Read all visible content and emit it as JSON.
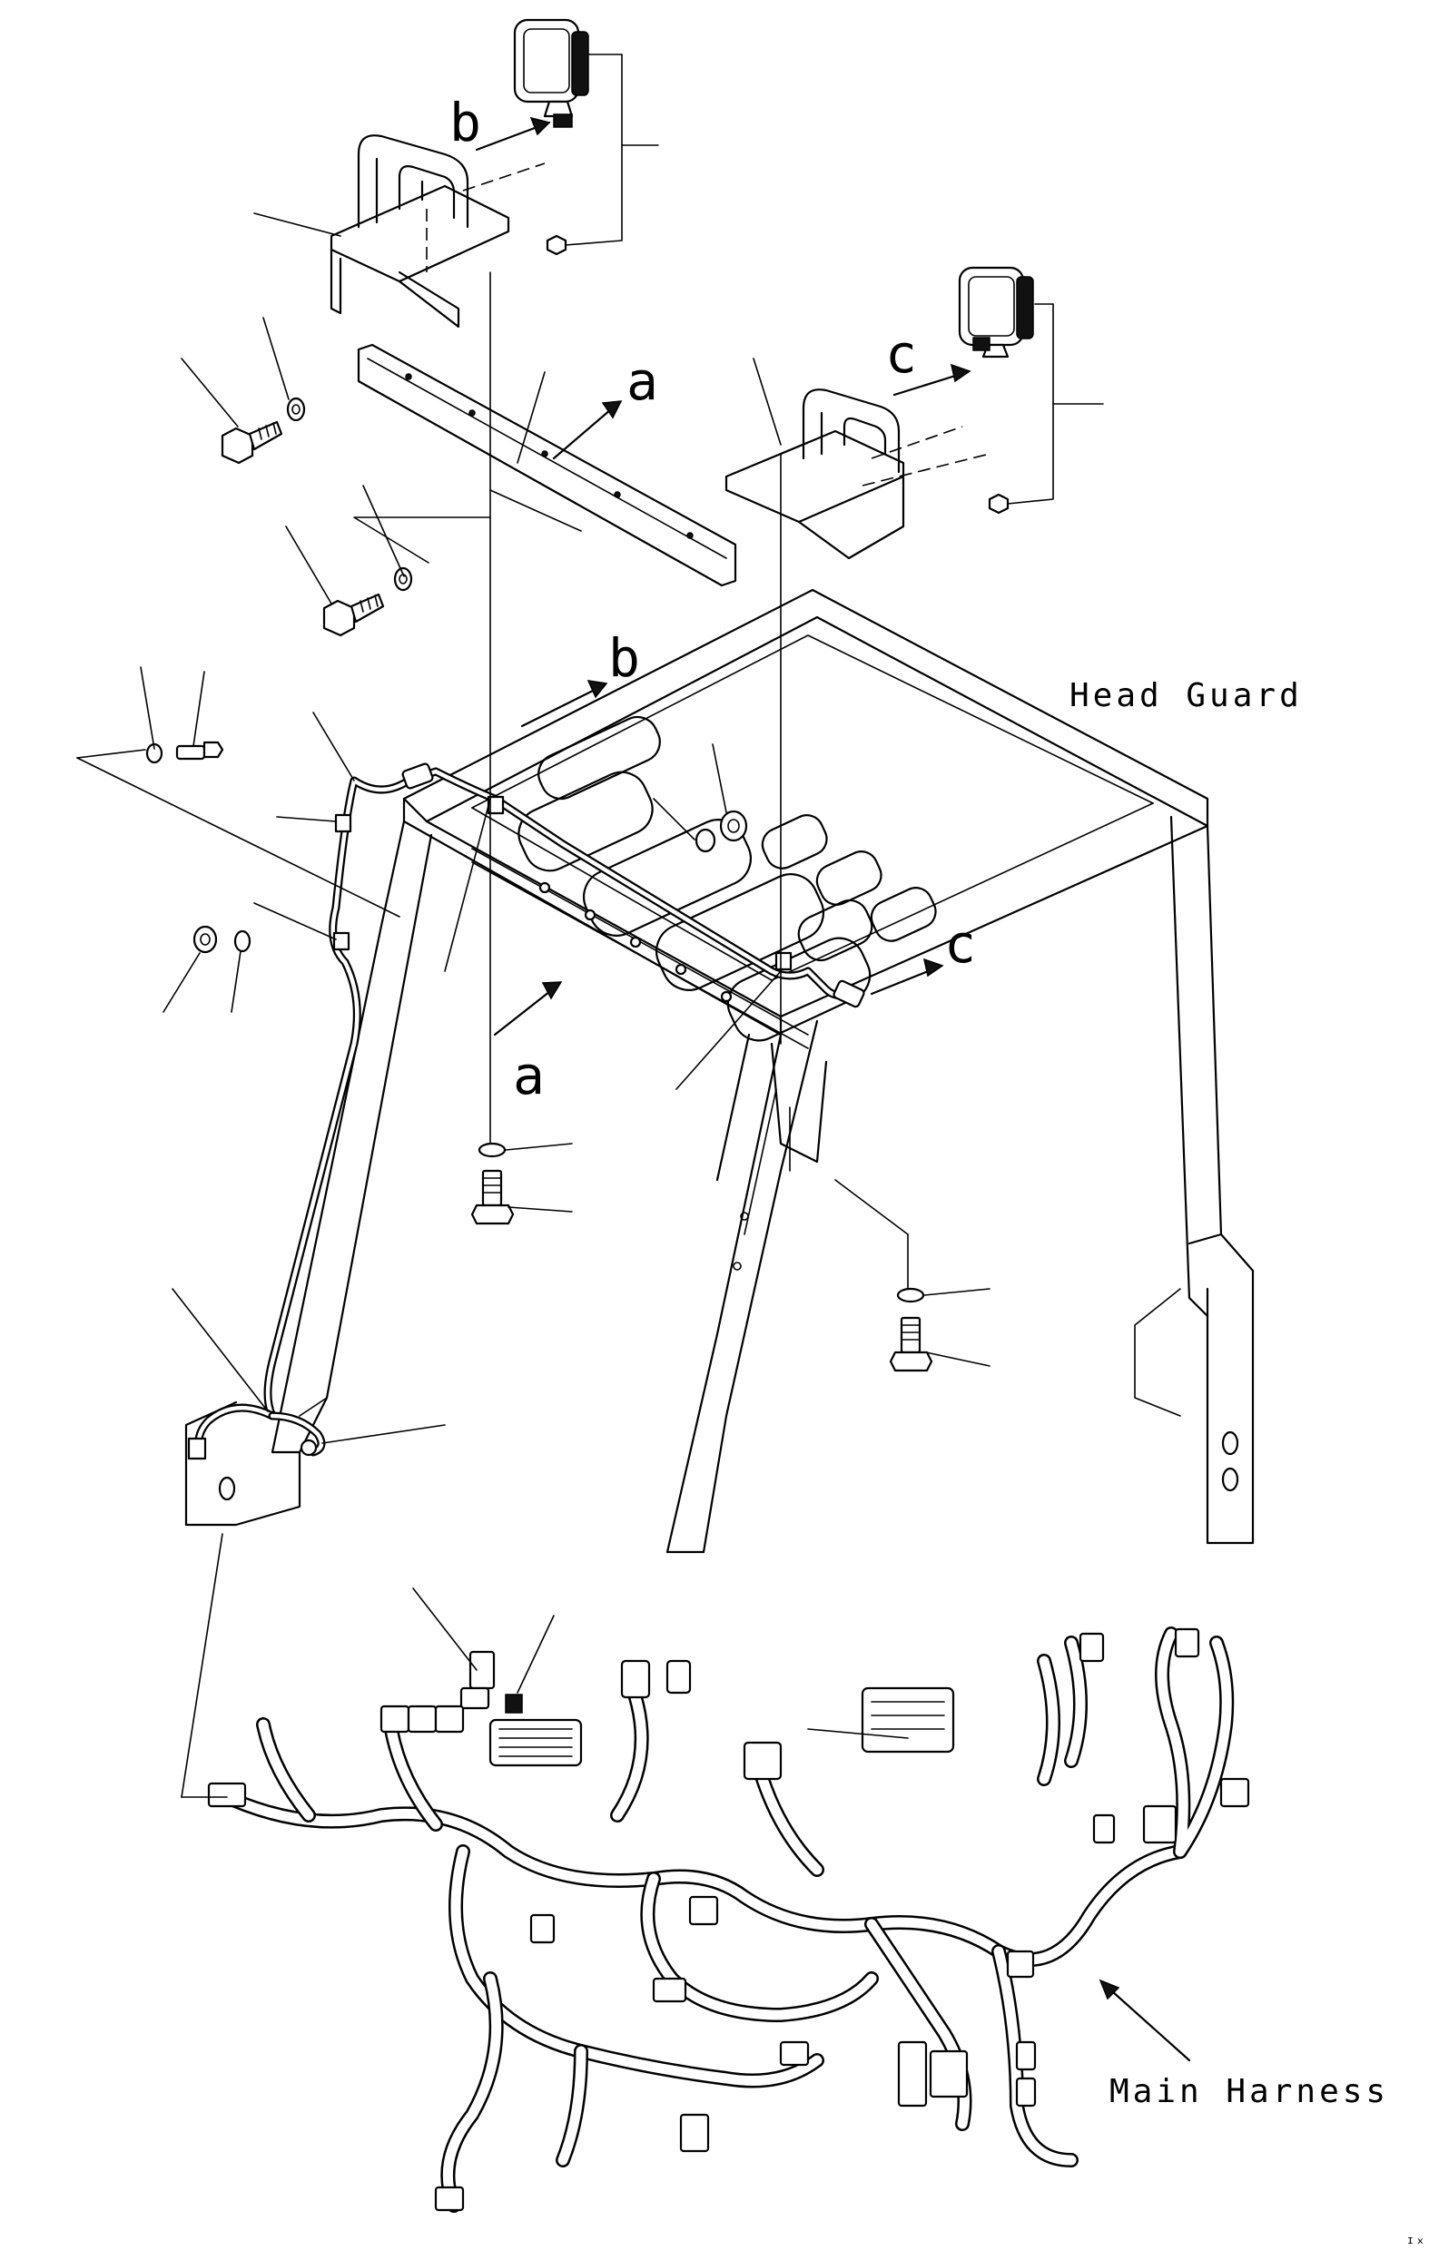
{
  "labels": {
    "arrow_a_top": "a",
    "arrow_a_bottom": "a",
    "arrow_b_top": "b",
    "arrow_b_bottom": "b",
    "arrow_c_top": "c",
    "arrow_c_bottom": "c",
    "head_guard": "Head Guard",
    "main_harness": "Main Harness",
    "corner_code": "ᴵˣ"
  },
  "icons": {
    "work_lamp": "work-lamp-icon",
    "bolt": "hex-bolt-icon",
    "washer": "washer-icon",
    "nut": "hex-nut-icon"
  },
  "colors": {
    "ink": "#000000",
    "paper": "#ffffff"
  }
}
